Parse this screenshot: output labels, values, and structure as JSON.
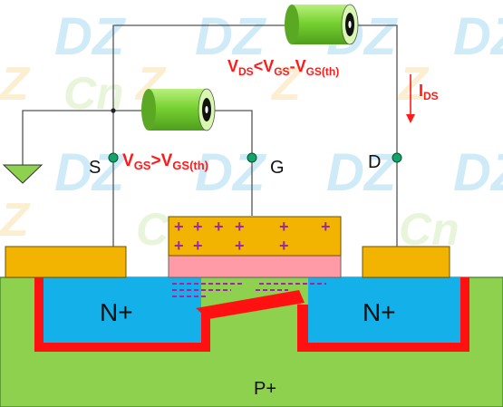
{
  "diagram": {
    "terminals": {
      "source": "S",
      "gate": "G",
      "drain": "D"
    },
    "regions": {
      "left_n": "N+",
      "right_n": "N+",
      "substrate": "P+"
    },
    "gate_condition": {
      "main": "V",
      "sub1": "GS",
      "op": ">",
      "main2": "V",
      "sub2": "GS(th)"
    },
    "drain_condition": {
      "m1": "V",
      "s1": "DS",
      "op1": "<",
      "m2": "V",
      "s2": "GS",
      "op2": "-",
      "m3": "V",
      "s3": "GS(th)"
    },
    "current": {
      "main": "I",
      "sub": "DS"
    },
    "watermark": "DZ Cn"
  },
  "colors": {
    "substrate": "#8ed14f",
    "n_region": "#14b0ea",
    "channel": "#ff1111",
    "metal": "#f2b400",
    "oxide": "#ff9aa6",
    "charge": "#9a2aa0",
    "battery": "#7ed63c",
    "wire": "#555555",
    "accent": "#ff1a1a"
  }
}
